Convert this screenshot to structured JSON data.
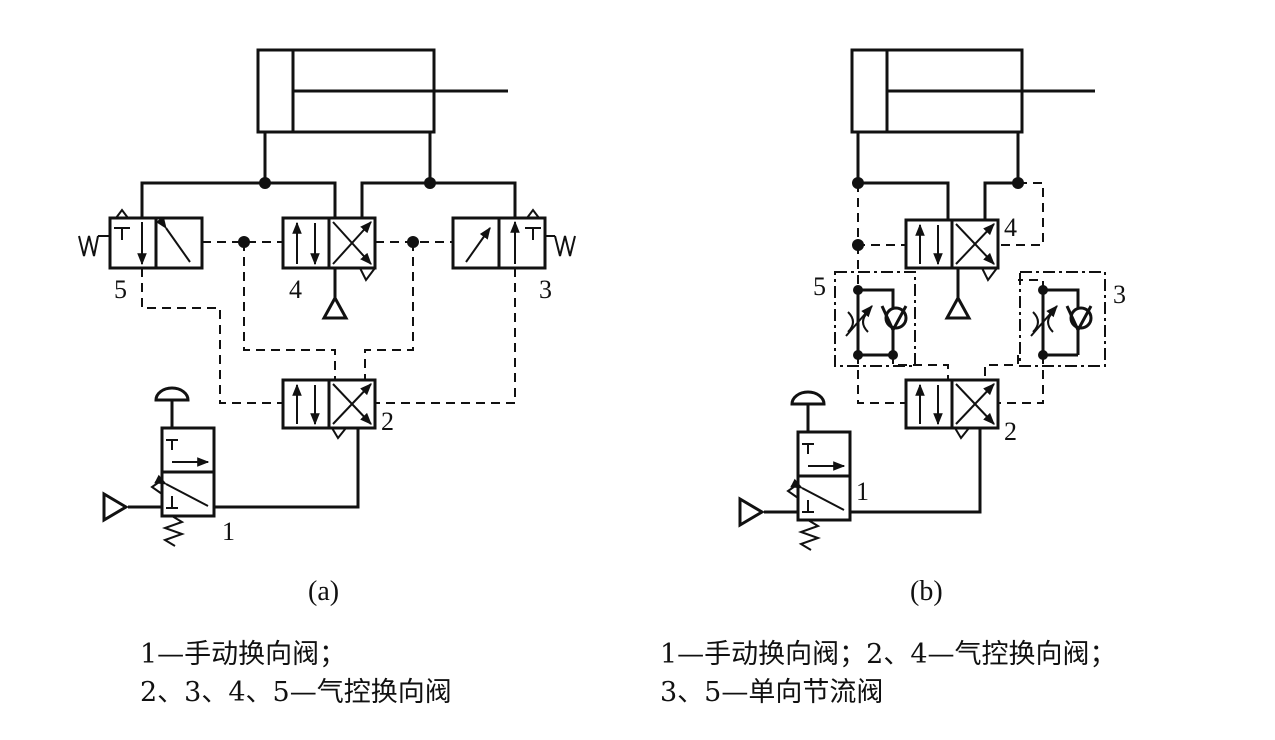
{
  "diagram_a": {
    "caption": "(a)",
    "labels": {
      "v1": "1",
      "v2": "2",
      "v3": "3",
      "v4": "4",
      "v5": "5"
    },
    "legend": [
      "1—手动换向阀；",
      "2、3、4、5—气控换向阀"
    ]
  },
  "diagram_b": {
    "caption": "(b)",
    "labels": {
      "v1": "1",
      "v2": "2",
      "v3": "3",
      "v4": "4",
      "v5": "5"
    },
    "legend": [
      "1—手动换向阀；2、4—气控换向阀；",
      "3、5—单向节流阀"
    ]
  }
}
